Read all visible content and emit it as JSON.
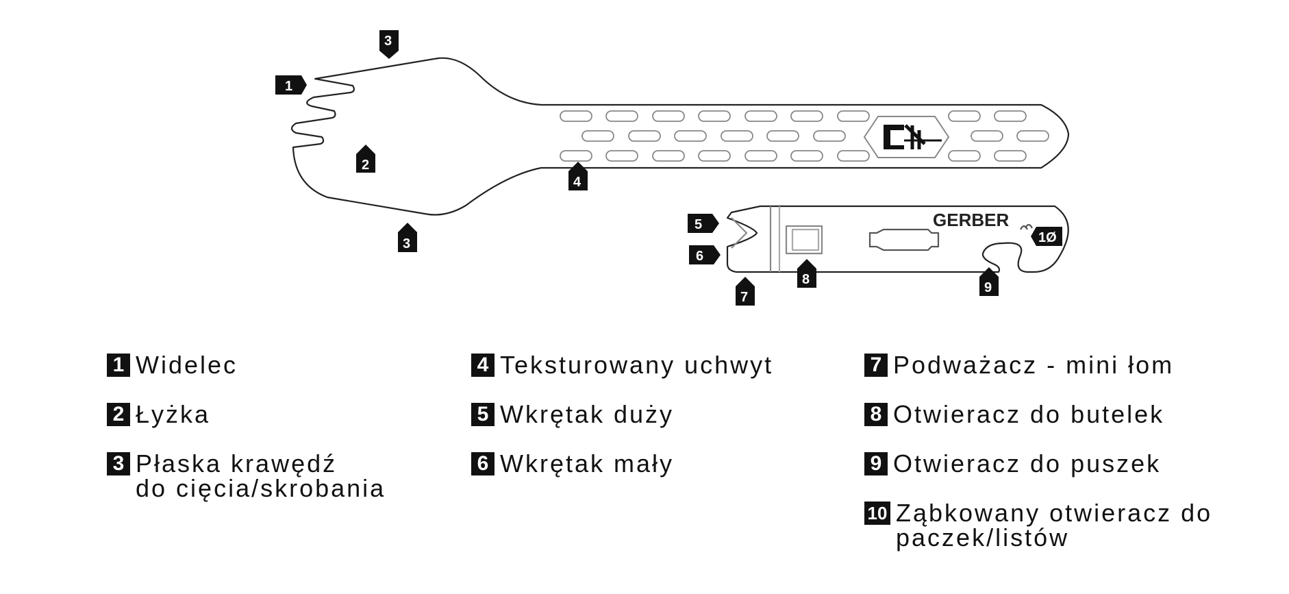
{
  "brand_text": "GERBER",
  "colors": {
    "ink": "#111111",
    "outline": "#222222",
    "background": "#ffffff"
  },
  "callouts": [
    "1",
    "2",
    "3",
    "3",
    "4",
    "5",
    "6",
    "7",
    "8",
    "9",
    "1Ø"
  ],
  "legend": {
    "col1": [
      {
        "num": "1",
        "label": "Widelec"
      },
      {
        "num": "2",
        "label": "Łyżka"
      },
      {
        "num": "3",
        "label": "Płaska krawędź\ndo cięcia/skrobania"
      }
    ],
    "col2": [
      {
        "num": "4",
        "label": "Teksturowany uchwyt"
      },
      {
        "num": "5",
        "label": "Wkrętak duży"
      },
      {
        "num": "6",
        "label": "Wkrętak mały"
      }
    ],
    "col3": [
      {
        "num": "7",
        "label": "Podważacz - mini łom"
      },
      {
        "num": "8",
        "label": "Otwieracz do butelek"
      },
      {
        "num": "9",
        "label": "Otwieracz do puszek"
      },
      {
        "num": "10",
        "label": "Ząbkowany otwieracz do\npaczek/listów"
      }
    ]
  }
}
